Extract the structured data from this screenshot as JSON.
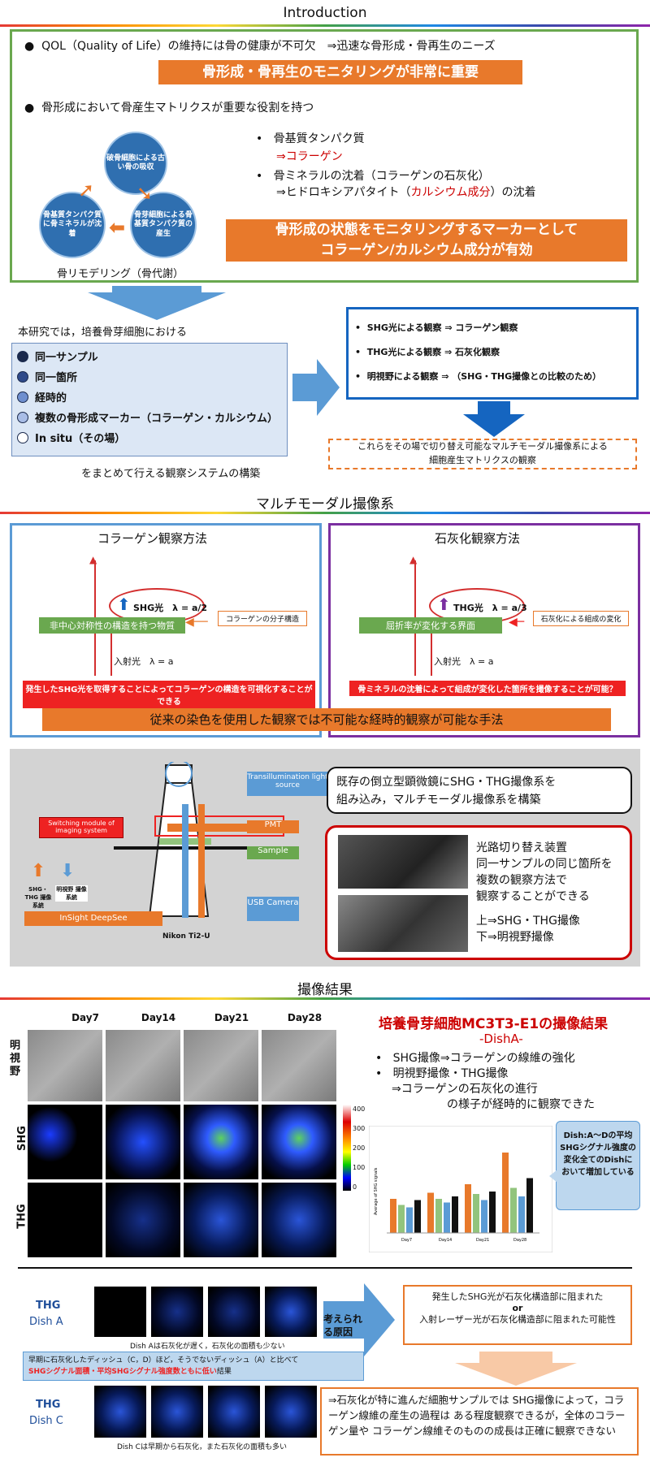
{
  "intro": {
    "title": "Introduction",
    "qol": "QOL（Quality of Life）の維持には骨の健康が不可欠　⇒迅速な骨形成・骨再生のニーズ",
    "banner1": "骨形成・骨再生のモニタリングが非常に重要",
    "matrix": "骨形成において骨産生マトリクスが重要な役割を持つ",
    "cycle": {
      "c1": "破骨細胞による古い骨の吸収",
      "c2": "骨芽細胞による骨基質タンパク質の産生",
      "c3": "骨基質タンパク質に骨ミネラルが沈着",
      "caption": "骨リモデリング（骨代謝）"
    },
    "bullet1": "骨基質タンパク質",
    "bullet1b": "⇒コラーゲン",
    "bullet2": "骨ミネラルの沈着（コラーゲンの石灰化）",
    "bullet2b_pre": "⇒ヒドロキシアパタイト（",
    "bullet2b_red": "カルシウム成分",
    "bullet2b_post": "）の沈着",
    "banner2_l1": "骨形成の状態をモニタリングするマーカーとして",
    "banner2_l2": "コラーゲン/カルシウム成分が有効"
  },
  "purpose": {
    "lead": "本研究では，培養骨芽細胞における",
    "items": [
      "同一サンプル",
      "同一箇所",
      "経時的",
      "複数の骨形成マーカー（コラーゲン・カルシウム）",
      "In situ（その場）"
    ],
    "tail": "をまとめて行える観察システムの構築",
    "obs": [
      "SHG光による観察 ⇒ コラーゲン観察",
      "THG光による観察 ⇒ 石灰化観察",
      "明視野による観察 ⇒ （SHG・THG撮像との比較のため）"
    ],
    "dashed_l1": "これらをその場で切り替え可能なマルチモーダル撮像系による",
    "dashed_l2": "細胞産生マトリクスの観察"
  },
  "multi": {
    "title": "マルチモーダル撮像系",
    "left": {
      "title": "コラーゲン観察方法",
      "signal": "SHG光　λ = a/2",
      "green": "非中心対称性の構造を持つ物質",
      "label": "コラーゲンの分子構造",
      "incident": "入射光　λ = a",
      "red": "発生したSHG光を取得することによってコラーゲンの構造を可視化することができる"
    },
    "right": {
      "title": "石灰化観察方法",
      "signal": "THG光　λ = a/3",
      "green": "屈折率が変化する界面",
      "label": "石灰化による組成の変化",
      "incident": "入射光　λ = a",
      "red": "骨ミネラルの沈着によって組成が変化した箇所を撮像することが可能？"
    },
    "bottom": "従来の染色を使用した観察では不可能な経時的観察が可能な手法"
  },
  "system": {
    "trans": "Transillumination light source",
    "switch": "Switching module of imaging system",
    "pmt": "PMT",
    "sample": "Sample",
    "usb": "USB Camera",
    "nikon": "Nikon Ti2-U",
    "insight": "InSight DeepSee",
    "shg_thg": "SHG・THG 撮像系統",
    "bf": "明視野 撮像系統",
    "note_l1": "既存の倒立型顕微鏡にSHG・THG撮像系を",
    "note_l2": "組み込み，マルチモーダル撮像系を構築",
    "c1": "光路切り替え装置",
    "c2": "同一サンプルの同じ箇所を",
    "c3": "複数の観察方法で",
    "c4": "観察することができる",
    "c5": "上⇒SHG・THG撮像",
    "c6": "下⇒明視野撮像"
  },
  "results": {
    "title": "撮像結果",
    "days": [
      "Day7",
      "Day14",
      "Day21",
      "Day28"
    ],
    "rows": [
      "明視野",
      "SHG",
      "THG"
    ],
    "cbar": [
      "400",
      "300",
      "200",
      "100",
      "0"
    ],
    "rtitle": "培養骨芽細胞MC3T3-E1の撮像結果",
    "rsub": "-DishA-",
    "rb1": "SHG撮像⇒コラーゲンの線維の強化",
    "rb2": "明視野撮像・THG撮像",
    "rb3": "⇒コラーゲンの石灰化の進行",
    "rb4": "の様子が経時的に観察できた",
    "callout": "Dish:A〜Dの平均SHGシグナル強度の変化全てのDishにおいて増加している",
    "ylabel": "Average of SHG signals",
    "thgA": "THG",
    "dishA": "Dish A",
    "capA": "Dish Aは石灰化が遅く，石灰化の面積も少ない",
    "reason": "考えられる原因",
    "rbox1": "発生したSHG光が石灰化構造部に阻まれた",
    "rbox_or": "or",
    "rbox2": "入射レーザー光が石灰化構造部に阻まれた可能性",
    "blue_l1": "早期に石灰化したディッシュ（C，D）ほど，そうでないディッシュ（A）と比べて",
    "blue_red": "SHGシグナル面積・平均SHGシグナル強度数ともに低い",
    "blue_tail": "結果",
    "thgC": "THG",
    "dishC": "Dish C",
    "capC": "Dish Cは早期から石灰化，また石灰化の面積も多い",
    "concl": "⇒石灰化が特に進んだ細胞サンプルでは SHG撮像によって，コラーゲン線維の産生の過程は ある程度観察できるが，全体のコラーゲン量や コラーゲン線維そのものの成長は正確に観察できない"
  },
  "chart_data": {
    "type": "bar",
    "categories": [
      "Day7",
      "Day14",
      "Day21",
      "Day28"
    ],
    "series": [
      {
        "name": "A",
        "values": [
          140,
          165,
          200,
          330
        ]
      },
      {
        "name": "B",
        "values": [
          115,
          140,
          160,
          185
        ]
      },
      {
        "name": "C",
        "values": [
          105,
          125,
          135,
          150
        ]
      },
      {
        "name": "D",
        "values": [
          135,
          150,
          170,
          225
        ]
      }
    ],
    "ylim": [
      0,
      400
    ],
    "colors": [
      "#e8792b",
      "#92c47d",
      "#5b9bd5",
      "#111111"
    ]
  }
}
